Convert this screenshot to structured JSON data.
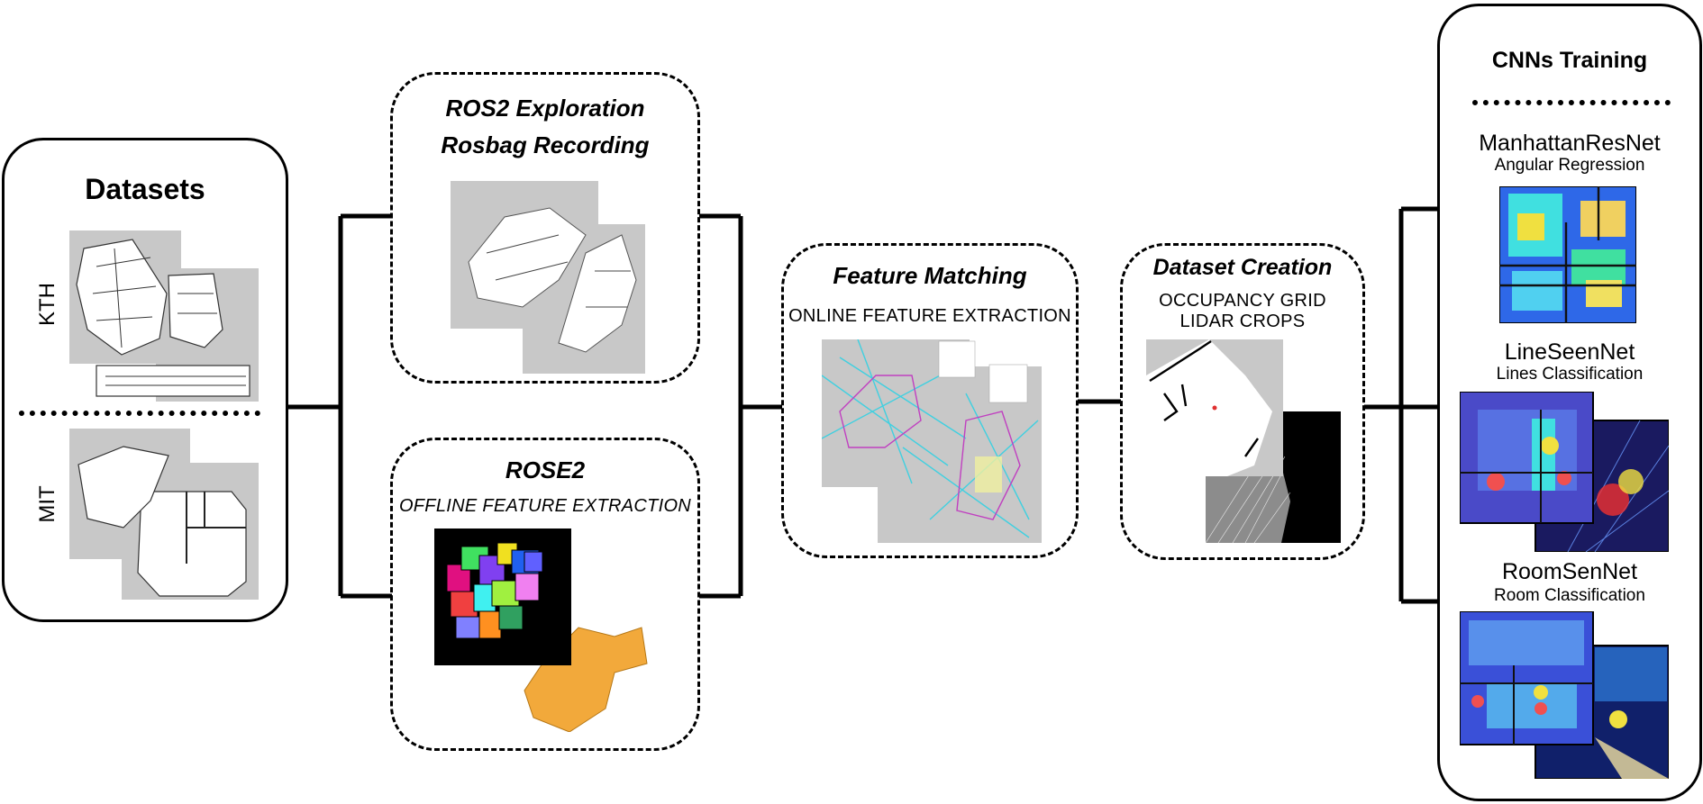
{
  "datasets": {
    "title": "Datasets",
    "kth_label": "KTH",
    "mit_label": "MIT"
  },
  "exploration": {
    "line1": "ROS2 Exploration",
    "line2": "Rosbag Recording"
  },
  "rose2": {
    "title": "ROSE2",
    "subtitle": "OFFLINE FEATURE EXTRACTION"
  },
  "feature_matching": {
    "title": "Feature Matching",
    "subtitle": "ONLINE FEATURE EXTRACTION"
  },
  "dataset_creation": {
    "title": "Dataset Creation",
    "line1": "OCCUPANCY GRID",
    "line2": "LIDAR CROPS"
  },
  "cnn_training": {
    "title": "CNNs Training",
    "nets": [
      {
        "name": "ManhattanResNet",
        "task": "Angular Regression"
      },
      {
        "name": "LineSeenNet",
        "task": "Lines Classification"
      },
      {
        "name": "RoomSenNet",
        "task": "Room Classification"
      }
    ]
  },
  "colors": {
    "map_gray": "#c8c8c8",
    "rose_orange": "#f2a93b",
    "heat_blue": "#3a3ab8"
  }
}
